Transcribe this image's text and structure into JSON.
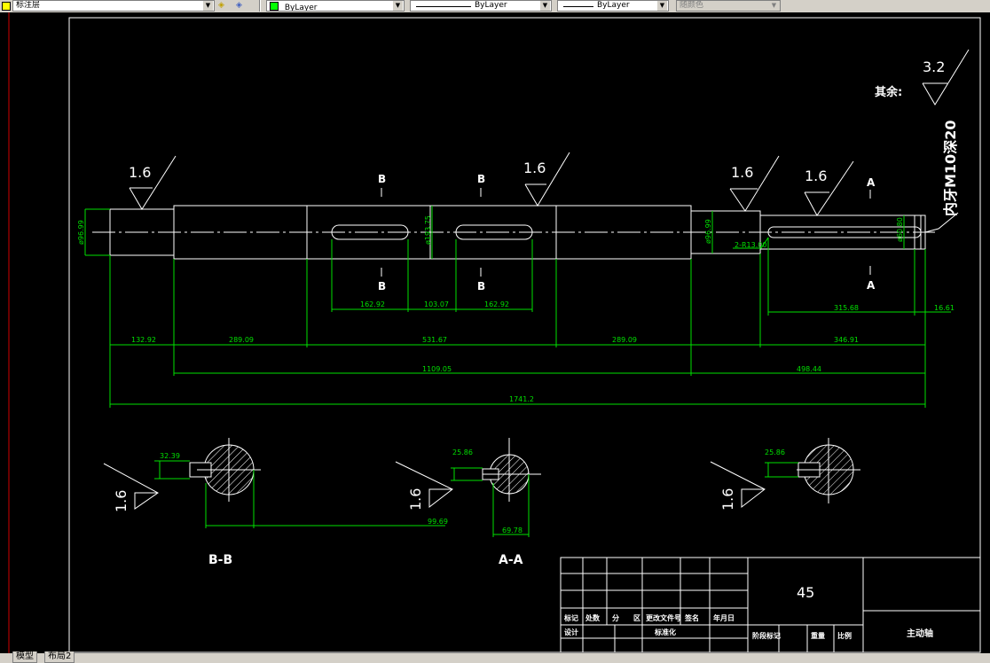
{
  "toolbar": {
    "layer_name": "标注层",
    "color_value": "ByLayer",
    "linetype_value": "ByLayer",
    "lineweight_value": "ByLayer",
    "plotstyle_value": "随颜色"
  },
  "tabs": {
    "model": "模型",
    "layout": "布局2"
  },
  "drawing": {
    "roughness_general_value": "3.2",
    "roughness_general_label": "其余:",
    "thread_note": "内牙M10深20",
    "roughness_labels": [
      "1.6",
      "1.6",
      "1.6",
      "1.6"
    ],
    "section_marks": {
      "b_left_top": "B",
      "b_left_bottom": "B",
      "b_right_top": "B",
      "b_right_bottom": "B",
      "a_top": "A",
      "a_bottom": "A"
    },
    "dims": {
      "d_left_dia": "ø96.99",
      "d_key_dia": "ø193.75",
      "d_right_dia": "ø96.99",
      "d_end_dia": "ø60.80",
      "d_radius": "2-R13.00",
      "d_key1_len": "162.92",
      "d_gap": "103.07",
      "d_key2_len": "162.92",
      "d_key3_len": "315.68",
      "d_end_gap": "16.61",
      "d_seg1": "132.92",
      "d_seg2": "289.09",
      "d_seg3": "531.67",
      "d_seg4": "289.09",
      "d_seg5": "346.91",
      "d_total_mid": "1109.05",
      "d_total_right": "498.44",
      "d_total": "1741.2"
    },
    "sections": {
      "bb_label": "B-B",
      "aa_label": "A-A",
      "s1_dim_small": "32.39",
      "s1_dim_width": "99.69",
      "s1_roughness": "1.6",
      "s2_dim_small": "25.86",
      "s2_dim_width": "69.78",
      "s2_roughness": "1.6",
      "s3_dim_small": "25.86",
      "s3_roughness": "1.6"
    },
    "title_block": {
      "material": "45",
      "part_name": "主动轴",
      "row_labels_1": [
        "标记",
        "处数",
        "分",
        "区",
        "更改文件号",
        "签名",
        "年月日"
      ],
      "row_labels_2": [
        "设计",
        "标准化"
      ],
      "right_labels": [
        "阶段标记",
        "重量",
        "比例"
      ]
    }
  }
}
